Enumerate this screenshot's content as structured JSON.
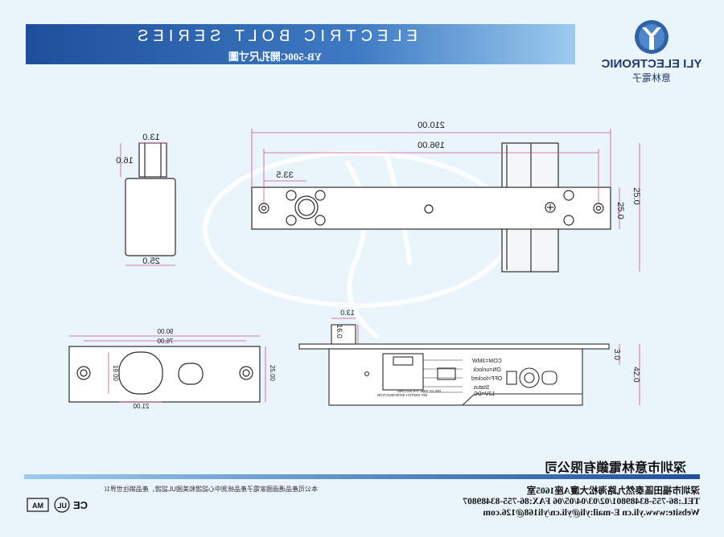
{
  "header": {
    "title": "ELECTRIC BOLT SERIES",
    "subtitle": "YB-500C開孔尺寸圖"
  },
  "brand": {
    "name": "YLI ELECTRONIC",
    "chinese_name": "意林電子",
    "color": "#233a6b"
  },
  "colors": {
    "banner": "#1f4f9a",
    "background": "#e9f4fb",
    "line": "#2b2b2b",
    "dimension": "#c6568c"
  },
  "dimensions": {
    "side_top_width": "13.0",
    "side_height": "16.0",
    "side_width": "25.0",
    "plate_total": "210.00",
    "plate_inner": "196.00",
    "hole_offset": "33.5",
    "plate_height": "25.0",
    "plate_height_b": "25.0",
    "front_total": "90.00",
    "front_inner": "76.00",
    "front_small": "21.00",
    "front_hole": "19.00",
    "front_height": "25.00",
    "bottom_pin_w": "13.0",
    "bottom_pin_h": "16.0",
    "bottom_plate": "3.0",
    "bottom_depth": "42.0"
  },
  "pcb_labels": {
    "com": "COM=3MW",
    "on_unlock": "ON=unlock",
    "off_locked": "OFF=locked",
    "status": "Status",
    "input": "12V=DC",
    "note_line1": "DIP SWITCH INTRODUCTION",
    "note_line2": "DELAY TIME 0-9 SECOND"
  },
  "footer": {
    "company": "深圳市意林電鎖有限公司",
    "address": "深圳市福田區泰然九路海松大廈A座1605室",
    "tel_fax": "TEL:86-755-83489801/02/03/04/05/06 FAX:86-755-83489807",
    "web_mail": "Website:www.yli.cn E-mail:yli@yli.cn/yli168@126.com",
    "note": "本公司產品通過國家電子產品檢測中心認證和美國UL認證，產品銷往世界100多個國家"
  },
  "certifications": [
    "CE",
    "UL",
    "MA"
  ]
}
